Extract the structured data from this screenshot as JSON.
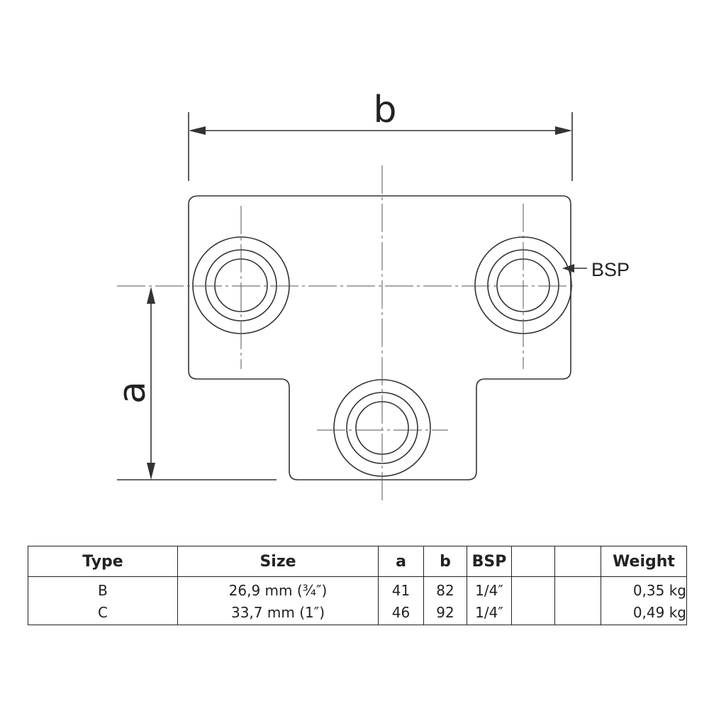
{
  "diagram": {
    "dimension_b": "b",
    "dimension_a": "a",
    "bsp_callout": "BSP"
  },
  "table": {
    "headers": [
      "Type",
      "Size",
      "a",
      "b",
      "BSP",
      "",
      "",
      "Weight"
    ],
    "rows": [
      [
        "B",
        "26,9 mm (¾″)",
        "41",
        "82",
        "1/4″",
        "",
        "",
        "0,35 kg"
      ],
      [
        "C",
        "33,7 mm (1″)",
        "46",
        "92",
        "1/4″",
        "",
        "",
        "0,49 kg"
      ]
    ]
  }
}
